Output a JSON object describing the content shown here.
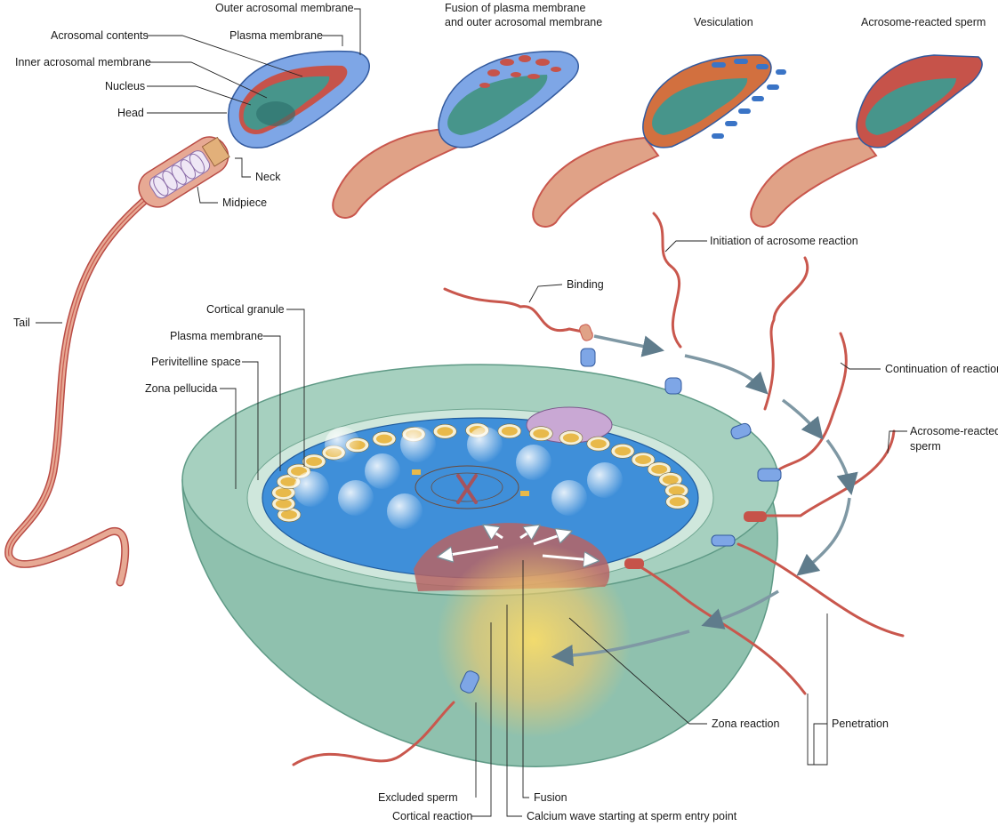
{
  "stage_titles": {
    "fusion_line1": "Fusion of plasma membrane",
    "fusion_line2": "and outer acrosomal membrane",
    "vesiculation": "Vesiculation",
    "acrosome_reacted": "Acrosome-reacted sperm"
  },
  "sperm_labels": {
    "outer_acrosomal_membrane": "Outer acrosomal membrane",
    "plasma_membrane": "Plasma membrane",
    "acrosomal_contents": "Acrosomal contents",
    "inner_acrosomal_membrane": "Inner acrosomal membrane",
    "nucleus": "Nucleus",
    "head": "Head",
    "neck": "Neck",
    "midpiece": "Midpiece",
    "tail": "Tail"
  },
  "oocyte_labels": {
    "cortical_granule": "Cortical granule",
    "plasma_membrane": "Plasma membrane",
    "perivitelline_space": "Perivitelline space",
    "zona_pellucida": "Zona pellucida"
  },
  "process_labels": {
    "binding": "Binding",
    "initiation": "Initiation of acrosome reaction",
    "continuation": "Continuation of reaction",
    "acrosome_reacted_line1": "Acrosome-reacted",
    "acrosome_reacted_line2": "sperm",
    "zona_reaction": "Zona reaction",
    "penetration": "Penetration",
    "excluded_sperm": "Excluded sperm",
    "fusion": "Fusion",
    "cortical_reaction": "Cortical reaction",
    "calcium_wave": "Calcium wave starting at sperm entry point"
  },
  "colors": {
    "zona": "#8fc1ae",
    "zona_dark": "#5f9a86",
    "cytoplasm": "#3f8fd9",
    "cytoplasm_light": "#a9d3f2",
    "acrosome_blue": "#6f9ee0",
    "acrosome_red": "#c6534a",
    "nucleus_teal": "#3f8f86",
    "sperm_skin": "#e0a287",
    "granule_gold": "#e8b94a",
    "polar_body": "#c9a8d4",
    "calcium_glow": "#f4d35e",
    "arrow": "#6b8796"
  }
}
